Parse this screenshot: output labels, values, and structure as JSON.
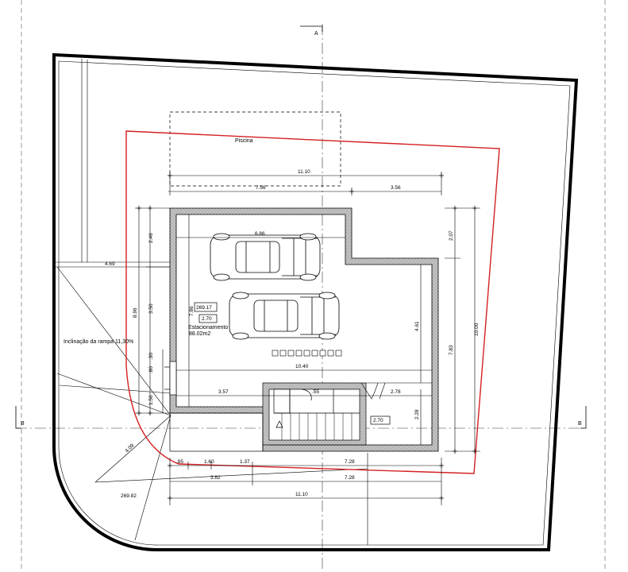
{
  "section_markers": {
    "a": "A",
    "b_left": "B",
    "b_right": "B"
  },
  "labels": {
    "pool": "Piscina",
    "parking": "Estacionamento",
    "parking_area": "88.02m2",
    "ramp": "Inclinação da rampa 11,30%"
  },
  "levels": {
    "level_1": "269.17",
    "level_2": "2.70",
    "level_3": "2.70",
    "level_4": "269.82"
  },
  "dimensions": {
    "top_total": "11.10",
    "top_left": "7.56",
    "top_right": "3.56",
    "garage_inner": "6.86",
    "left_1": "2.46",
    "left_2": "3.50",
    "left_total": "8.96",
    "left_inner": "7.86",
    "left_small_1": ".30",
    "left_small_2": ".80",
    "left_bottom": "1.56",
    "left_ext": "4.69",
    "right_upper": "2.07",
    "right_total": "10.00",
    "right_inner": "4.61",
    "right_lower": "7.83",
    "right_stair": "2.28",
    "width_inner": "10.40",
    "stair_left": "3.57",
    "stair_mid": ".55",
    "stair_right": "2.78",
    "bottom_a": ".85",
    "bottom_b": "1.60",
    "bottom_c": "1.37",
    "bottom_d": "7.28",
    "bottom_e": "3.82",
    "bottom_f": "7.28",
    "bottom_total": "11.10",
    "diag": "4.09"
  },
  "colors": {
    "outline": "#000000",
    "boundary": "#d42020",
    "wall_fill": "#b8b8b8"
  }
}
